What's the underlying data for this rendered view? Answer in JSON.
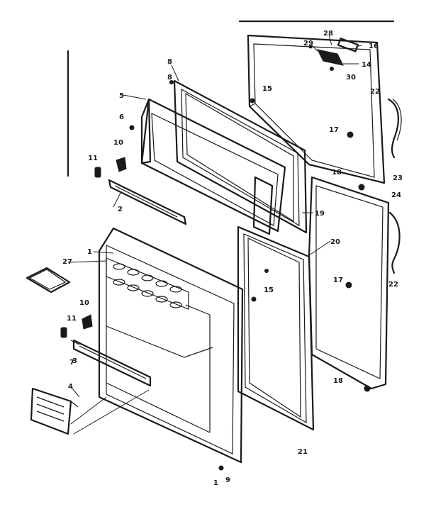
{
  "callouts": [
    {
      "id": "c1",
      "text": "1"
    },
    {
      "id": "c1b",
      "text": "1"
    },
    {
      "id": "c2",
      "text": "2"
    },
    {
      "id": "c3",
      "text": "3"
    },
    {
      "id": "c4",
      "text": "4"
    },
    {
      "id": "c5",
      "text": "5"
    },
    {
      "id": "c6",
      "text": "6"
    },
    {
      "id": "c7",
      "text": "7"
    },
    {
      "id": "c8",
      "text": "8"
    },
    {
      "id": "c8b",
      "text": "8"
    },
    {
      "id": "c9",
      "text": "9"
    },
    {
      "id": "c10",
      "text": "10"
    },
    {
      "id": "c10b",
      "text": "10"
    },
    {
      "id": "c11",
      "text": "11"
    },
    {
      "id": "c11b",
      "text": "11"
    },
    {
      "id": "c14",
      "text": "14"
    },
    {
      "id": "c15",
      "text": "15"
    },
    {
      "id": "c15b",
      "text": "15"
    },
    {
      "id": "c16",
      "text": "16"
    },
    {
      "id": "c17",
      "text": "17"
    },
    {
      "id": "c17b",
      "text": "17"
    },
    {
      "id": "c18",
      "text": "18"
    },
    {
      "id": "c18b",
      "text": "18"
    },
    {
      "id": "c19",
      "text": "19"
    },
    {
      "id": "c20",
      "text": "20"
    },
    {
      "id": "c21",
      "text": "21"
    },
    {
      "id": "c22",
      "text": "22"
    },
    {
      "id": "c22b",
      "text": "22"
    },
    {
      "id": "c23",
      "text": "23"
    },
    {
      "id": "c24",
      "text": "24"
    },
    {
      "id": "c27",
      "text": "27"
    },
    {
      "id": "c28",
      "text": "28"
    },
    {
      "id": "c29",
      "text": "29"
    },
    {
      "id": "c30",
      "text": "30"
    }
  ]
}
